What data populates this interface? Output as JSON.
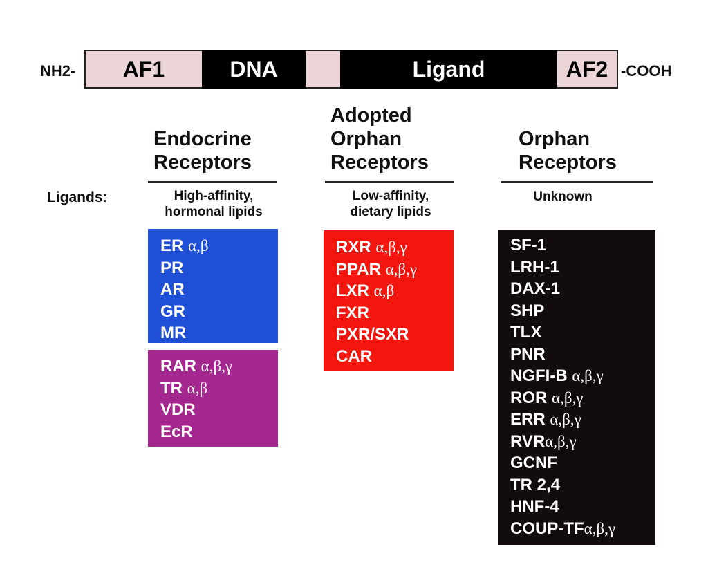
{
  "domain_bar": {
    "n_terminus": "NH2-",
    "c_terminus": "-COOH",
    "segments": [
      "AF1",
      "DNA",
      "Ligand",
      "AF2"
    ]
  },
  "ligands_label": "Ligands:",
  "columns": [
    {
      "title": "Endocrine\nReceptors",
      "ligands": "High-affinity,\nhormonal lipids",
      "boxes": [
        {
          "color": "#1f4fd6",
          "items": [
            {
              "name": "ER",
              "subtypes": "α,β"
            },
            {
              "name": "PR",
              "subtypes": ""
            },
            {
              "name": "AR",
              "subtypes": ""
            },
            {
              "name": "GR",
              "subtypes": ""
            },
            {
              "name": "MR",
              "subtypes": ""
            }
          ]
        },
        {
          "color": "#a4278f",
          "items": [
            {
              "name": "RAR",
              "subtypes": "α,β,γ"
            },
            {
              "name": "TR",
              "subtypes": "α,β"
            },
            {
              "name": "VDR",
              "subtypes": ""
            },
            {
              "name": "EcR",
              "subtypes": ""
            }
          ]
        }
      ]
    },
    {
      "title": "Adopted\nOrphan\nReceptors",
      "ligands": "Low-affinity,\ndietary lipids",
      "boxes": [
        {
          "color": "#f2160f",
          "items": [
            {
              "name": "RXR",
              "subtypes": "α,β,γ"
            },
            {
              "name": "PPAR",
              "subtypes": "α,β,γ"
            },
            {
              "name": "LXR",
              "subtypes": "α,β"
            },
            {
              "name": "FXR",
              "subtypes": ""
            },
            {
              "name": "PXR/SXR",
              "subtypes": ""
            },
            {
              "name": "CAR",
              "subtypes": ""
            }
          ]
        }
      ]
    },
    {
      "title": "Orphan\nReceptors",
      "ligands": "Unknown",
      "boxes": [
        {
          "color": "#120c0c",
          "items": [
            {
              "name": "SF-1",
              "subtypes": ""
            },
            {
              "name": "LRH-1",
              "subtypes": ""
            },
            {
              "name": "DAX-1",
              "subtypes": ""
            },
            {
              "name": "SHP",
              "subtypes": ""
            },
            {
              "name": "TLX",
              "subtypes": ""
            },
            {
              "name": "PNR",
              "subtypes": ""
            },
            {
              "name": "NGFI-B",
              "subtypes": "α,β,γ"
            },
            {
              "name": "ROR",
              "subtypes": "α,β,γ"
            },
            {
              "name": "ERR",
              "subtypes": "α,β,γ"
            },
            {
              "name": "RVR",
              "subtypes": "α,β,γ"
            },
            {
              "name": "GCNF",
              "subtypes": ""
            },
            {
              "name": "TR 2,4",
              "subtypes": ""
            },
            {
              "name": "HNF-4",
              "subtypes": ""
            },
            {
              "name": "COUP-TF",
              "subtypes": "α,β,γ"
            }
          ]
        }
      ]
    }
  ]
}
